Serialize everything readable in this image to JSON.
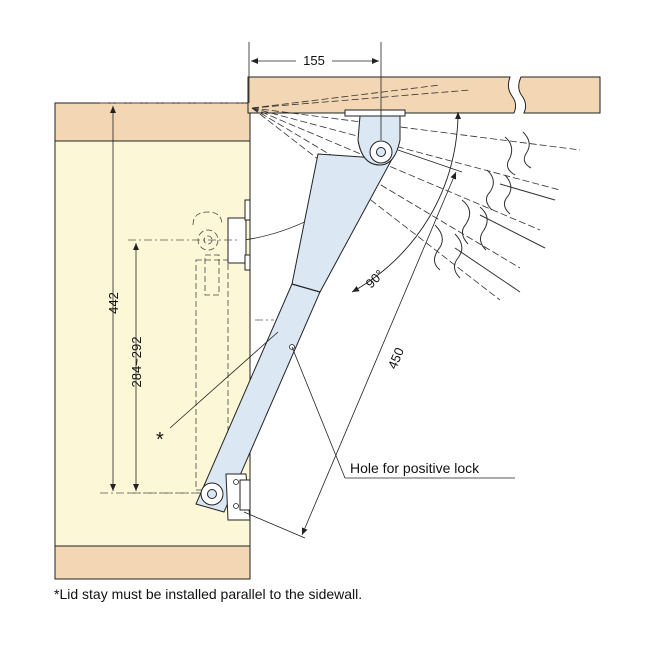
{
  "dimensions": {
    "top_width": "155",
    "cabinet_height": "442",
    "mount_range": "284~292",
    "stay_length": "450",
    "angle": "90°"
  },
  "labels": {
    "asterisk": "*",
    "hole_label": "Hole for positive lock"
  },
  "footnote": "*Lid stay must be installed parallel to the sidewall.",
  "colors": {
    "wood": "#f3d6b3",
    "cabinet": "#fcf8d7",
    "stay": "#dbe8f4",
    "hinge_fill": "#ffffff",
    "line": "#222222"
  }
}
